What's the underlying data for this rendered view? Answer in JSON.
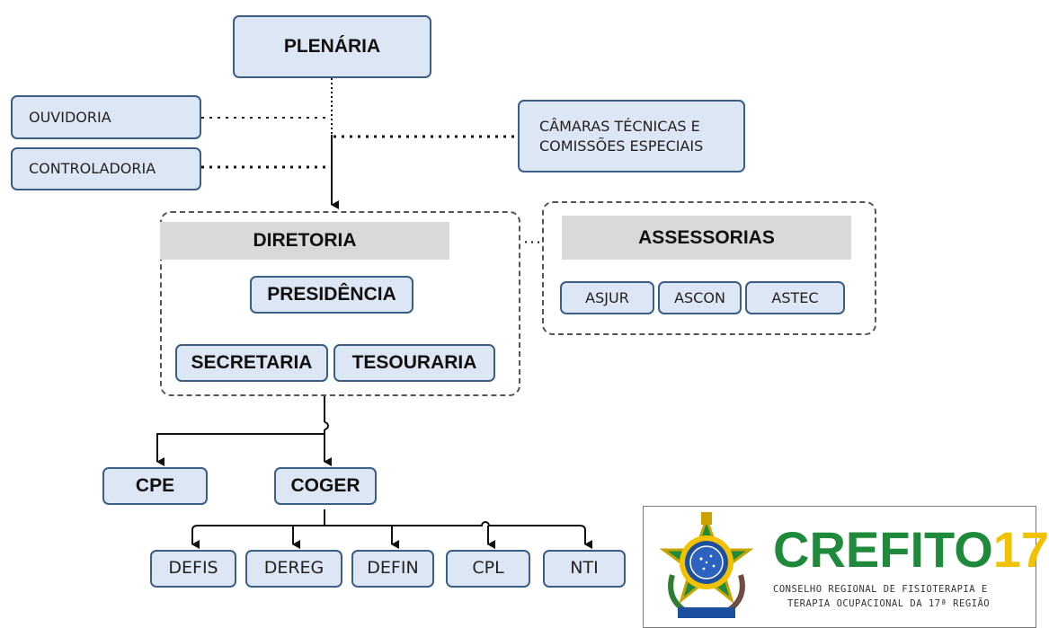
{
  "plenaria": "PLENÁRIA",
  "ouvidoria": "OUVIDORIA",
  "controladoria": "CONTROLADORIA",
  "camaras": [
    "CÂMARAS TÉCNICAS E",
    "COMISSÕES ESPECIAIS"
  ],
  "diretoria": {
    "title": "DIRETORIA",
    "presidencia": "PRESIDÊNCIA",
    "secretaria": "SECRETARIA",
    "tesouraria": "TESOURARIA"
  },
  "assessorias": {
    "title": "ASSESSORIAS",
    "items": [
      "ASJUR",
      "ASCON",
      "ASTEC"
    ]
  },
  "cpe": "CPE",
  "coger": "COGER",
  "departments": [
    "DEFIS",
    "DEREG",
    "DEFIN",
    "CPL",
    "NTI"
  ],
  "logo": {
    "word_green": "CREFITO",
    "word_yellow": "17",
    "line1": "CONSELHO REGIONAL DE FISIOTERAPIA E",
    "line2": "TERAPIA OCUPACIONAL DA 17ª REGIÃO",
    "color_green": "#1f8a3c",
    "color_yellow": "#f2c200"
  }
}
